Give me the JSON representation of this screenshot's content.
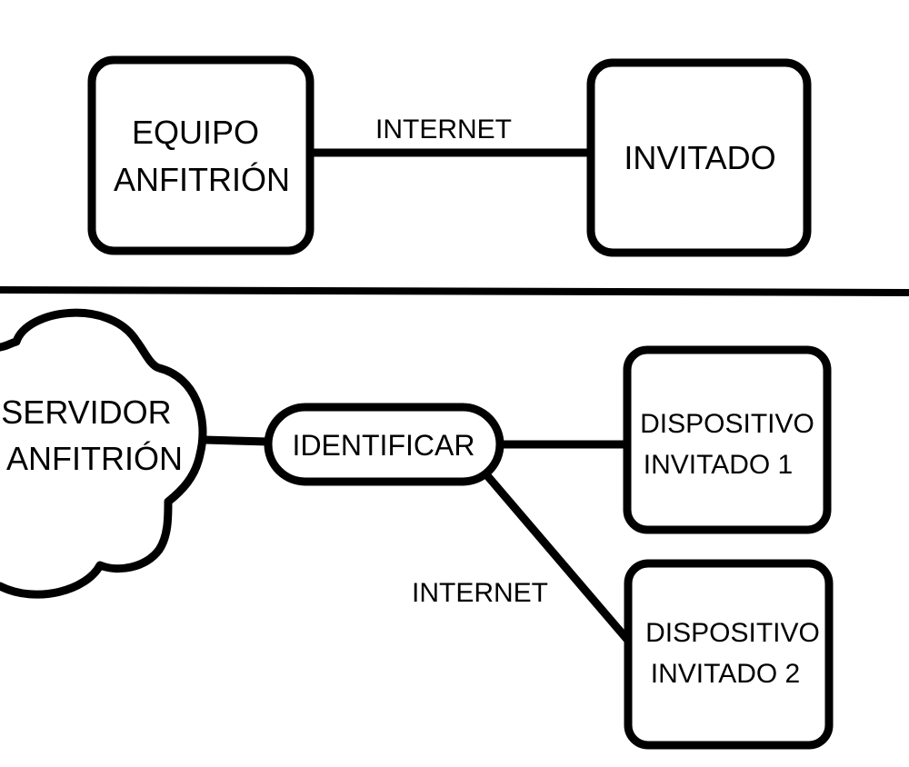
{
  "top": {
    "host_box": {
      "line1": "EQUIPO",
      "line2": "ANFITRIÓN"
    },
    "guest_box": {
      "label": "INVITADO"
    },
    "connection_label": "INTERNET"
  },
  "bottom": {
    "server_cloud": {
      "line1": "SERVIDOR",
      "line2": "ANFITRIÓN"
    },
    "identify_node": {
      "label": "IDENTIFICAR"
    },
    "device1": {
      "line1": "DISPOSITIVO",
      "line2": "INVITADO 1"
    },
    "device2": {
      "line1": "DISPOSITIVO",
      "line2": "INVITADO 2"
    },
    "connection_label": "INTERNET"
  },
  "colors": {
    "stroke": "#000000",
    "background": "#ffffff"
  }
}
